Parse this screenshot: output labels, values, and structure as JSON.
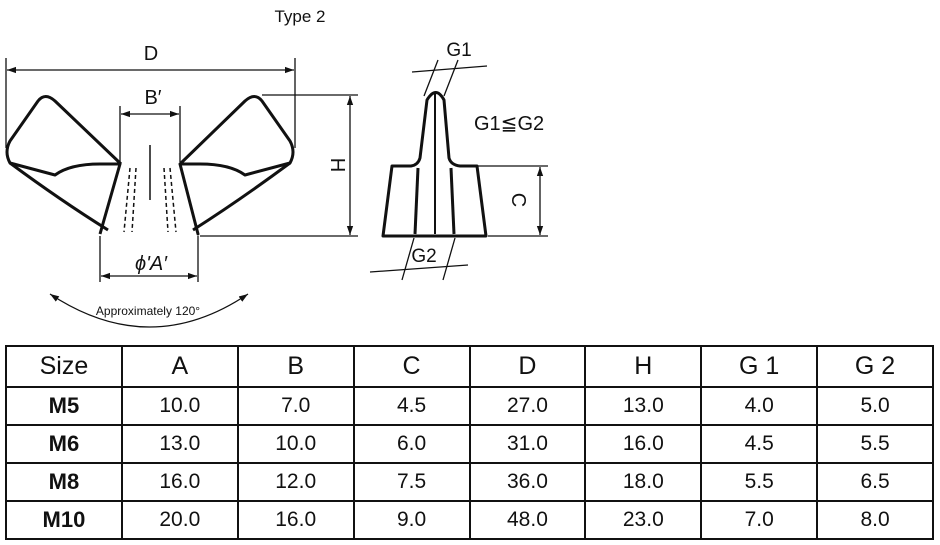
{
  "diagram": {
    "title": "Type 2",
    "front_view": {
      "dim_D": "D",
      "dim_B": "B′",
      "dim_H": "H",
      "dim_A": "ϕ'A′",
      "angle_note": "Approximately 120°"
    },
    "side_view": {
      "dim_G1": "G1",
      "dim_G2": "G2",
      "dim_C": "C",
      "relation": "G1≦G2"
    }
  },
  "table": {
    "headers": [
      "Size",
      "A",
      "B",
      "C",
      "D",
      "H",
      "G 1",
      "G 2"
    ],
    "rows": [
      {
        "size": "M5",
        "values": [
          "10.0",
          "7.0",
          "4.5",
          "27.0",
          "13.0",
          "4.0",
          "5.0"
        ]
      },
      {
        "size": "M6",
        "values": [
          "13.0",
          "10.0",
          "6.0",
          "31.0",
          "16.0",
          "4.5",
          "5.5"
        ]
      },
      {
        "size": "M8",
        "values": [
          "16.0",
          "12.0",
          "7.5",
          "36.0",
          "18.0",
          "5.5",
          "6.5"
        ]
      },
      {
        "size": "M10",
        "values": [
          "20.0",
          "16.0",
          "9.0",
          "48.0",
          "23.0",
          "7.0",
          "8.0"
        ]
      }
    ]
  }
}
